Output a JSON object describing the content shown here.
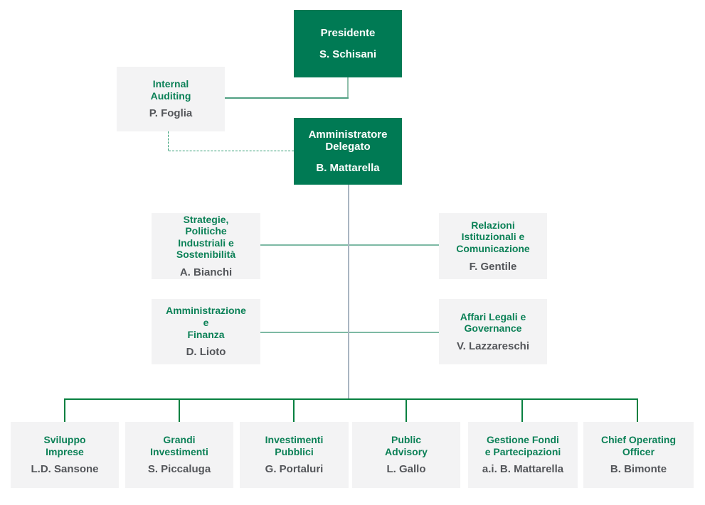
{
  "colors": {
    "brand_green": "#007a54",
    "title_green": "#0c8157",
    "name_gray": "#54565a",
    "tile_background": "#f3f3f4",
    "bus_green": "#088040",
    "connector_light_green": "#7db9a4",
    "connector_dashed_green": "#2f9c72",
    "trunk_gray": "#a9b5c1"
  },
  "nodes": {
    "president": {
      "title": "Presidente",
      "name": "S. Schisani"
    },
    "internal_auditing": {
      "title": "Internal\nAuditing",
      "name": "P. Foglia"
    },
    "ceo": {
      "title": "Amministratore\nDelegato",
      "name": "B. Mattarella"
    },
    "strategy": {
      "title": "Strategie, Politiche\nIndustriali e\nSostenibilità",
      "name": "A. Bianchi"
    },
    "relations": {
      "title": "Relazioni\nIstituzionali e\nComunicazione",
      "name": "F. Gentile"
    },
    "finance": {
      "title": "Amministrazione e\nFinanza",
      "name": "D. Lioto"
    },
    "legal": {
      "title": "Affari Legali e\nGovernance",
      "name": "V. Lazzareschi"
    },
    "business_development": {
      "title": "Sviluppo\nImprese",
      "name": "L.D. Sansone"
    },
    "large_investments": {
      "title": "Grandi\nInvestimenti",
      "name": "S. Piccaluga"
    },
    "public_investments": {
      "title": "Investimenti\nPubblici",
      "name": "G. Portaluri"
    },
    "public_advisory": {
      "title": "Public\nAdvisory",
      "name": "L. Gallo"
    },
    "funds_management": {
      "title": "Gestione Fondi\ne Partecipazioni",
      "name": "a.i. B. Mattarella"
    },
    "coo": {
      "title": "Chief Operating\nOfficer",
      "name": "B. Bimonte"
    }
  },
  "edges": [
    {
      "from": "president",
      "to": "internal_auditing",
      "style": "solid"
    },
    {
      "from": "internal_auditing",
      "to": "ceo",
      "style": "dashed"
    },
    {
      "from": "ceo",
      "to": "strategy",
      "style": "solid"
    },
    {
      "from": "ceo",
      "to": "relations",
      "style": "solid"
    },
    {
      "from": "ceo",
      "to": "finance",
      "style": "solid"
    },
    {
      "from": "ceo",
      "to": "legal",
      "style": "solid"
    },
    {
      "from": "ceo",
      "to": "business_development",
      "style": "solid"
    },
    {
      "from": "ceo",
      "to": "large_investments",
      "style": "solid"
    },
    {
      "from": "ceo",
      "to": "public_investments",
      "style": "solid"
    },
    {
      "from": "ceo",
      "to": "public_advisory",
      "style": "solid"
    },
    {
      "from": "ceo",
      "to": "funds_management",
      "style": "solid"
    },
    {
      "from": "ceo",
      "to": "coo",
      "style": "solid"
    }
  ]
}
